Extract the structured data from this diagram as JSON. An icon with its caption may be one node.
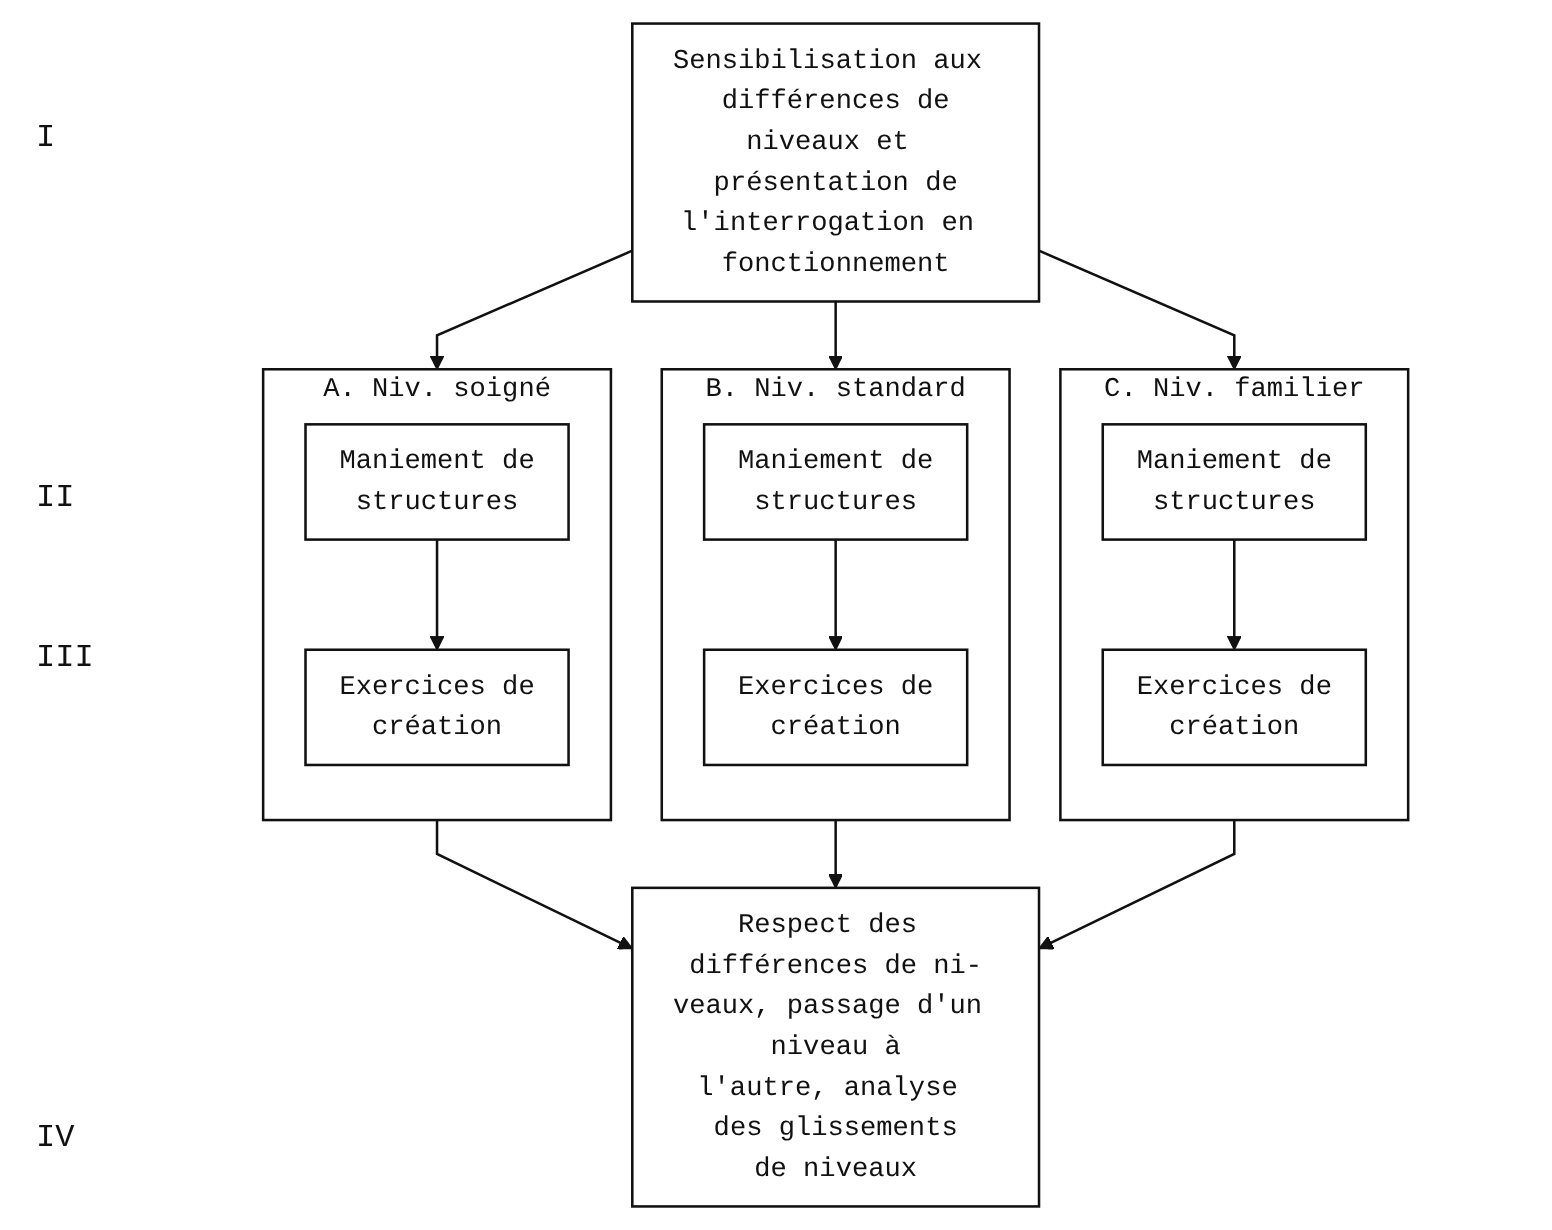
{
  "diagram": {
    "nodes": [
      {
        "text": [
          "Sensibilisation aux différences de niveaux et présentation de l'interrogation en fonctionnement"
        ]
      },
      {
        "text": [
          "A. Niv. soigné"
        ]
      },
      {
        "text": [
          "Maniement de structures"
        ],
        "in": 1
      },
      {
        "text": [
          "Exercices de création"
        ],
        "in": 1
      },
      {
        "text": [
          "B. Niv. standard"
        ]
      },
      {
        "text": [
          "Maniement de structures"
        ],
        "in": 4
      },
      {
        "text": [
          "Exercices de création"
        ],
        "in": 4
      },
      {
        "text": [
          "C. Niv. familier"
        ]
      },
      {
        "text": [
          "Maniement de structures"
        ],
        "in": 7
      },
      {
        "text": [
          "Exercices de création"
        ],
        "in": 7
      },
      {
        "text": [
          "Respect des différences de ni- veaux, passage d'un niveau à l'autre, analyse des glissements de niveaux"
        ]
      }
    ],
    "edges": [
      {
        "from": 0,
        "to": 1,
        "arrow": "to"
      },
      {
        "from": 0,
        "to": 4,
        "arrow": "to"
      },
      {
        "from": 0,
        "to": 7,
        "arrow": "to"
      },
      {
        "from": 2,
        "to": 3,
        "arrow": "to"
      },
      {
        "from": 5,
        "to": 6,
        "arrow": "to"
      },
      {
        "from": 8,
        "to": 9,
        "arrow": "to"
      },
      {
        "from": 1,
        "to": 10,
        "arrow": "to"
      },
      {
        "from": 4,
        "to": 10,
        "arrow": "to"
      },
      {
        "from": 7,
        "to": 10,
        "arrow": "to"
      }
    ],
    "labels": [
      "I",
      "II",
      "III",
      "IV"
    ]
  }
}
